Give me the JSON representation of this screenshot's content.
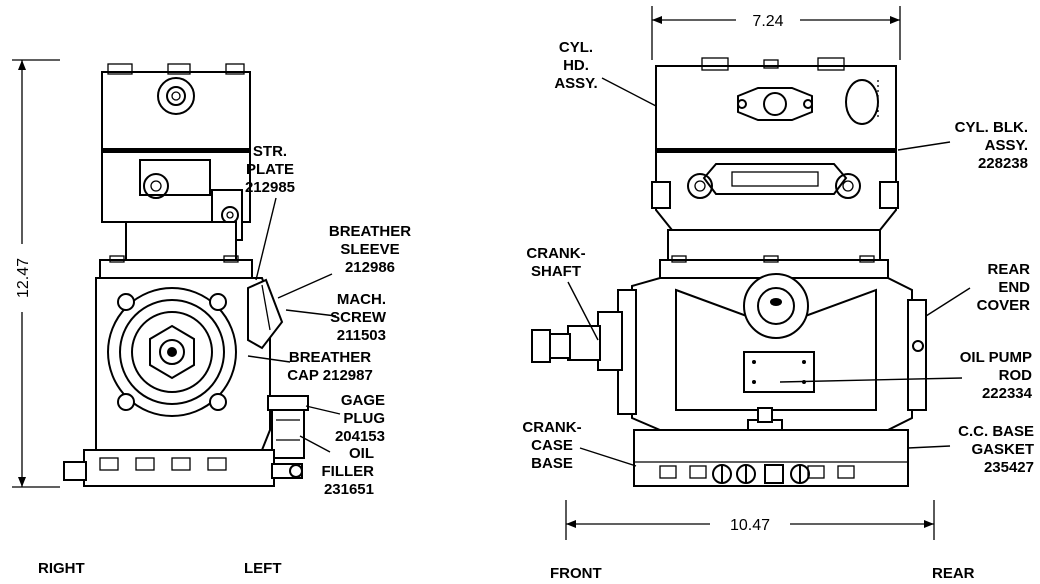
{
  "dimensions": {
    "height": "12.47",
    "top_width": "7.24",
    "base_width": "10.47"
  },
  "views": {
    "left": {
      "left_side": "RIGHT",
      "right_side": "LEFT"
    },
    "right": {
      "left_side": "FRONT",
      "right_side": "REAR"
    }
  },
  "callouts": {
    "str_plate": [
      "STR.",
      "PLATE",
      "212985"
    ],
    "breather_sleeve": [
      "BREATHER",
      "SLEEVE",
      "212986"
    ],
    "mach_screw": [
      "MACH.",
      "SCREW",
      "211503"
    ],
    "breather_cap": [
      "BREATHER",
      "CAP 212987"
    ],
    "gage_plug": [
      "GAGE",
      "PLUG",
      "204153"
    ],
    "oil_filler": [
      "OIL",
      "FILLER",
      "231651"
    ],
    "cyl_hd_assy": [
      "CYL.",
      "HD.",
      "ASSY."
    ],
    "cyl_blk_assy": [
      "CYL. BLK.",
      "ASSY.",
      "228238"
    ],
    "crankshaft": [
      "CRANK-",
      "SHAFT"
    ],
    "rear_end_cover": [
      "REAR",
      "END",
      "COVER"
    ],
    "oil_pump_rod": [
      "OIL PUMP",
      "ROD",
      "222334"
    ],
    "crankcase_base": [
      "CRANK-",
      "CASE",
      "BASE"
    ],
    "cc_base_gasket": [
      "C.C. BASE",
      "GASKET",
      "235427"
    ]
  }
}
